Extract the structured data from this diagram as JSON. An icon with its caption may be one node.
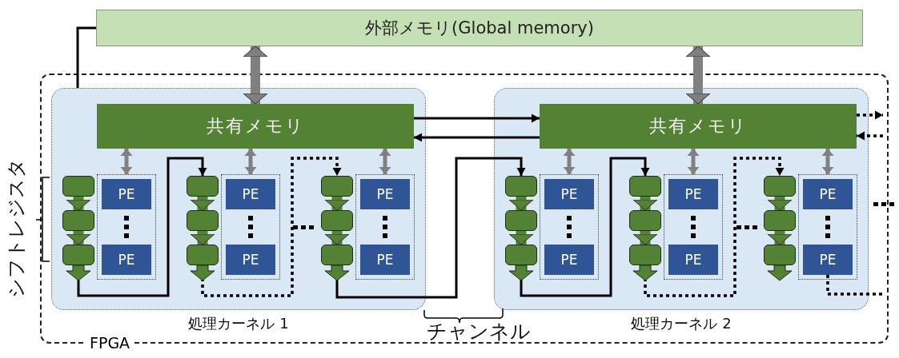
{
  "diagram": {
    "nodes": [
      {
        "text": [
          "外部メモリ(Global memory)"
        ]
      },
      {
        "text": [
          "FPGA"
        ]
      },
      {
        "text": [],
        "shape": "box",
        "in": 1,
        "beside": [
          "処理カーネル 1"
        ]
      },
      {
        "text": [
          "共有メモリ"
        ],
        "in": 2
      },
      {
        "text": [],
        "shape": "box",
        "in": 2
      },
      {
        "text": [],
        "shape": "box",
        "in": 2
      },
      {
        "text": [],
        "shape": "box",
        "in": 2
      },
      {
        "text": [],
        "shape": "box",
        "in": 2
      },
      {
        "text": [
          "PE"
        ],
        "in": 7
      },
      {
        "text": [
          "PE"
        ],
        "in": 7
      },
      {
        "text": [],
        "shape": "box",
        "in": 2
      },
      {
        "text": [],
        "shape": "box",
        "in": 2
      },
      {
        "text": [],
        "shape": "box",
        "in": 2
      },
      {
        "text": [],
        "shape": "box",
        "in": 2
      },
      {
        "text": [
          "PE"
        ],
        "in": 13
      },
      {
        "text": [
          "PE"
        ],
        "in": 13
      },
      {
        "text": [],
        "shape": "box",
        "in": 2
      },
      {
        "text": [],
        "shape": "box",
        "in": 2
      },
      {
        "text": [],
        "shape": "box",
        "in": 2
      },
      {
        "text": [],
        "shape": "box",
        "in": 2
      },
      {
        "text": [
          "PE"
        ],
        "in": 19
      },
      {
        "text": [
          "PE"
        ],
        "in": 19
      },
      {
        "text": [],
        "shape": "box",
        "in": 1,
        "beside": [
          "処理カーネル 2"
        ]
      },
      {
        "text": [
          "共有メモリ"
        ],
        "in": 22
      },
      {
        "text": [],
        "shape": "box",
        "in": 22
      },
      {
        "text": [],
        "shape": "box",
        "in": 22
      },
      {
        "text": [],
        "shape": "box",
        "in": 22
      },
      {
        "text": [],
        "shape": "box",
        "in": 22
      },
      {
        "text": [
          "PE"
        ],
        "in": 27
      },
      {
        "text": [
          "PE"
        ],
        "in": 27
      },
      {
        "text": [],
        "shape": "box",
        "in": 22
      },
      {
        "text": [],
        "shape": "box",
        "in": 22
      },
      {
        "text": [],
        "shape": "box",
        "in": 22
      },
      {
        "text": [],
        "shape": "box",
        "in": 22
      },
      {
        "text": [
          "PE"
        ],
        "in": 33
      },
      {
        "text": [
          "PE"
        ],
        "in": 33
      },
      {
        "text": [],
        "shape": "box",
        "in": 22
      },
      {
        "text": [],
        "shape": "box",
        "in": 22
      },
      {
        "text": [],
        "shape": "box",
        "in": 22
      },
      {
        "text": [],
        "shape": "box",
        "in": 22
      },
      {
        "text": [
          "PE"
        ],
        "in": 39
      },
      {
        "text": [
          "PE"
        ],
        "in": 39
      }
    ],
    "edges": [
      {
        "from": 0,
        "to": 3,
        "arrow": "both",
        "style": "thick",
        "color": "#808080"
      },
      {
        "from": 0,
        "to": 23,
        "arrow": "both",
        "style": "thick",
        "color": "#808080"
      },
      {
        "from": 0,
        "to": 2,
        "arrow": "none",
        "color": "#000000"
      },
      {
        "from": 3,
        "to": 23,
        "arrow": "to",
        "color": "#000000"
      },
      {
        "from": 23,
        "to": 3,
        "arrow": "to",
        "color": "#000000"
      },
      {
        "from": 23,
        "to": null,
        "arrow": "to",
        "style": "dashed",
        "color": "#000000"
      },
      {
        "from": null,
        "to": 23,
        "arrow": "to",
        "style": "dashed",
        "color": "#000000"
      },
      {
        "from": 3,
        "to": 7,
        "arrow": "both",
        "color": "#808080"
      },
      {
        "from": 4,
        "to": 5,
        "arrow": "to",
        "style": "thick",
        "color": "#548235"
      },
      {
        "from": 5,
        "to": 6,
        "arrow": "to",
        "style": "thick",
        "color": "#548235"
      },
      {
        "from": 3,
        "to": 13,
        "arrow": "both",
        "color": "#808080"
      },
      {
        "from": 10,
        "to": 11,
        "arrow": "to",
        "style": "thick",
        "color": "#548235"
      },
      {
        "from": 11,
        "to": 12,
        "arrow": "to",
        "style": "thick",
        "color": "#548235"
      },
      {
        "from": 3,
        "to": 19,
        "arrow": "both",
        "color": "#808080"
      },
      {
        "from": 16,
        "to": 17,
        "arrow": "to",
        "style": "thick",
        "color": "#548235"
      },
      {
        "from": 17,
        "to": 18,
        "arrow": "to",
        "style": "thick",
        "color": "#548235"
      },
      {
        "from": 6,
        "to": 10,
        "arrow": "to",
        "color": "#000000"
      },
      {
        "from": 12,
        "to": 16,
        "arrow": "to",
        "style": "dashed",
        "color": "#000000"
      },
      {
        "from": 18,
        "to": 24,
        "arrow": "to",
        "color": "#000000"
      },
      {
        "from": 23,
        "to": 27,
        "arrow": "both",
        "color": "#808080"
      },
      {
        "from": 24,
        "to": 25,
        "arrow": "to",
        "style": "thick",
        "color": "#548235"
      },
      {
        "from": 25,
        "to": 26,
        "arrow": "to",
        "style": "thick",
        "color": "#548235"
      },
      {
        "from": 23,
        "to": 33,
        "arrow": "both",
        "color": "#808080"
      },
      {
        "from": 30,
        "to": 31,
        "arrow": "to",
        "style": "thick",
        "color": "#548235"
      },
      {
        "from": 31,
        "to": 32,
        "arrow": "to",
        "style": "thick",
        "color": "#548235"
      },
      {
        "from": 23,
        "to": 39,
        "arrow": "both",
        "color": "#808080"
      },
      {
        "from": 36,
        "to": 37,
        "arrow": "to",
        "style": "thick",
        "color": "#548235"
      },
      {
        "from": 37,
        "to": 38,
        "arrow": "to",
        "style": "thick",
        "color": "#548235"
      },
      {
        "from": 26,
        "to": 30,
        "arrow": "to",
        "color": "#000000"
      },
      {
        "from": 32,
        "to": 36,
        "arrow": "to",
        "style": "dashed",
        "color": "#000000"
      },
      {
        "from": 41,
        "to": null,
        "arrow": "none",
        "style": "dashed",
        "color": "#000000"
      }
    ],
    "labels": [
      "シフトレジスタ",
      "チャンネル"
    ]
  }
}
